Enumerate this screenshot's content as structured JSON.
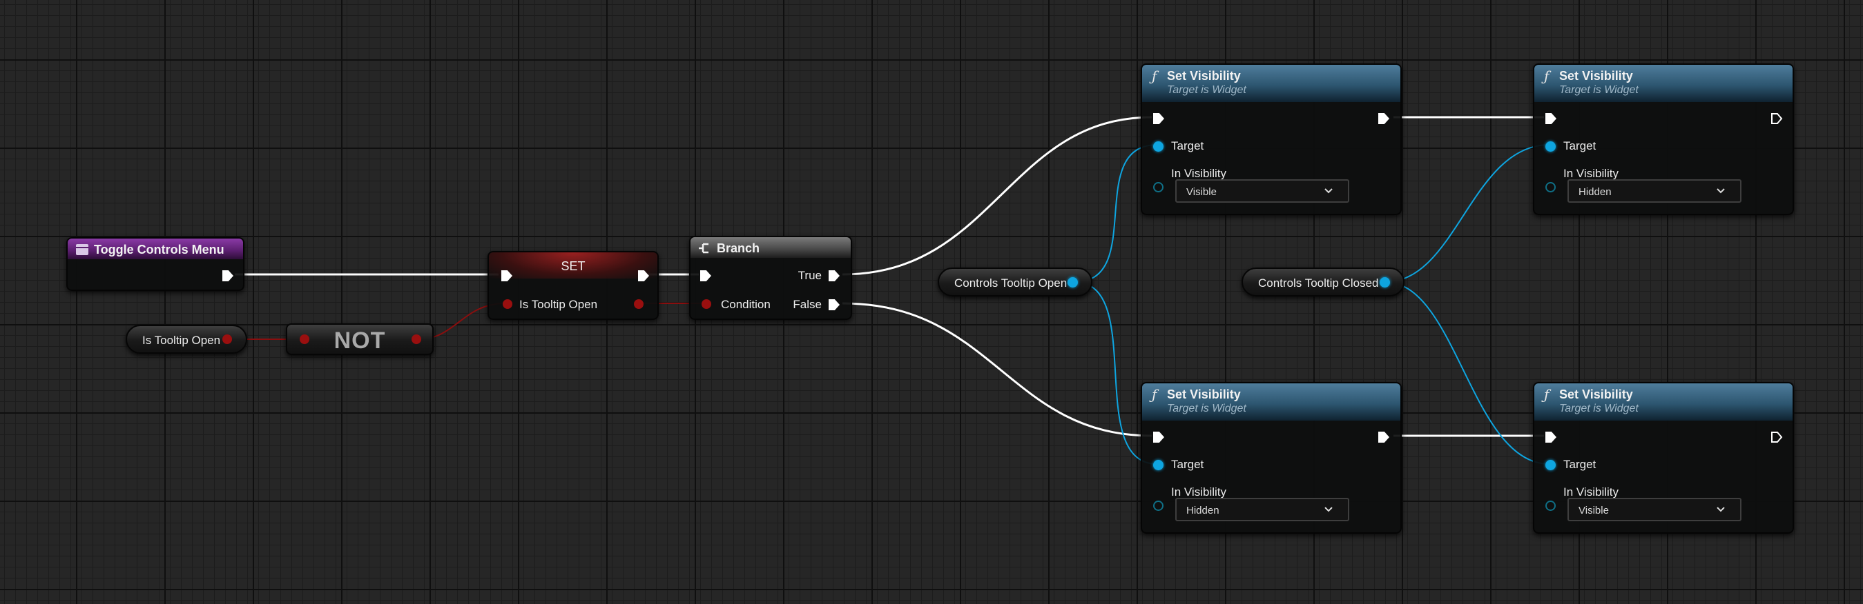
{
  "nodes": {
    "toggle_event": {
      "title": "Toggle Controls Menu"
    },
    "get_var": {
      "label": "Is Tooltip Open"
    },
    "not_node": {
      "label": "NOT"
    },
    "set_node": {
      "title": "SET",
      "pin_label": "Is Tooltip Open"
    },
    "branch": {
      "title": "Branch",
      "condition": "Condition",
      "true": "True",
      "false": "False"
    },
    "var_open": {
      "label": "Controls Tooltip Open"
    },
    "var_closed": {
      "label": "Controls Tooltip Closed"
    },
    "sv1": {
      "title": "Set Visibility",
      "subtitle": "Target is Widget",
      "target": "Target",
      "in_vis": "In Visibility",
      "value": "Visible"
    },
    "sv2": {
      "title": "Set Visibility",
      "subtitle": "Target is Widget",
      "target": "Target",
      "in_vis": "In Visibility",
      "value": "Hidden"
    },
    "sv3": {
      "title": "Set Visibility",
      "subtitle": "Target is Widget",
      "target": "Target",
      "in_vis": "In Visibility",
      "value": "Hidden"
    },
    "sv4": {
      "title": "Set Visibility",
      "subtitle": "Target is Widget",
      "target": "Target",
      "in_vis": "In Visibility",
      "value": "Visible"
    }
  },
  "icons": {
    "event": "event-icon",
    "function": "function-icon",
    "branch": "branch-icon",
    "dropdown": "chevron-down-icon"
  },
  "colors": {
    "exec_wire": "#ffffff",
    "object_wire": "#0ea5e0",
    "bool_wire": "#8a0e0e",
    "event_header": "#7a2f93",
    "function_header": "#2d5670"
  }
}
